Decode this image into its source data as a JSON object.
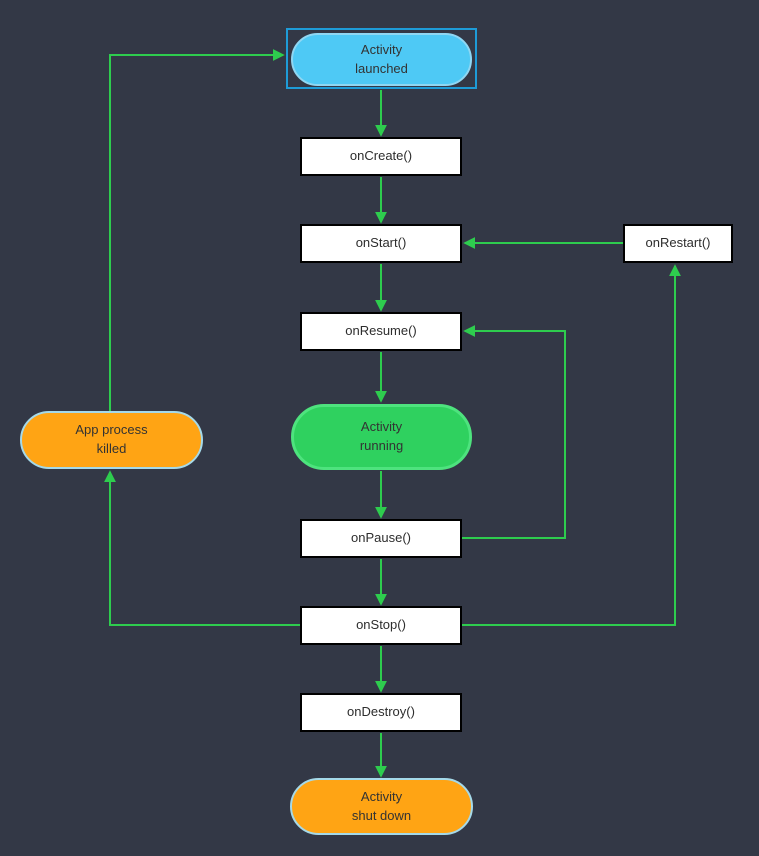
{
  "nodes": {
    "activity_launched": {
      "label": "Activity\nlaunched",
      "shape": "pill",
      "fill": "#4ec9f5",
      "selected": true
    },
    "on_create": {
      "label": "onCreate()",
      "shape": "box",
      "fill": "#ffffff"
    },
    "on_start": {
      "label": "onStart()",
      "shape": "box",
      "fill": "#ffffff"
    },
    "on_restart": {
      "label": "onRestart()",
      "shape": "box",
      "fill": "#ffffff"
    },
    "on_resume": {
      "label": "onResume()",
      "shape": "box",
      "fill": "#ffffff"
    },
    "activity_running": {
      "label": "Activity\nrunning",
      "shape": "pill",
      "fill": "#2fd15f"
    },
    "app_process_killed": {
      "label": "App process\nkilled",
      "shape": "pill",
      "fill": "#ffa414"
    },
    "on_pause": {
      "label": "onPause()",
      "shape": "box",
      "fill": "#ffffff"
    },
    "on_stop": {
      "label": "onStop()",
      "shape": "box",
      "fill": "#ffffff"
    },
    "on_destroy": {
      "label": "onDestroy()",
      "shape": "box",
      "fill": "#ffffff"
    },
    "activity_shut_down": {
      "label": "Activity\nshut down",
      "shape": "pill",
      "fill": "#ffa414"
    }
  },
  "edges": [
    {
      "from": "activity_launched",
      "to": "on_create"
    },
    {
      "from": "on_create",
      "to": "on_start"
    },
    {
      "from": "on_start",
      "to": "on_resume"
    },
    {
      "from": "on_resume",
      "to": "activity_running"
    },
    {
      "from": "activity_running",
      "to": "on_pause"
    },
    {
      "from": "on_pause",
      "to": "on_stop"
    },
    {
      "from": "on_stop",
      "to": "on_destroy"
    },
    {
      "from": "on_destroy",
      "to": "activity_shut_down"
    },
    {
      "from": "on_pause",
      "to": "on_resume"
    },
    {
      "from": "on_stop",
      "to": "on_restart"
    },
    {
      "from": "on_restart",
      "to": "on_start"
    },
    {
      "from": "on_stop",
      "to": "app_process_killed"
    },
    {
      "from": "app_process_killed",
      "to": "activity_launched"
    }
  ],
  "colors": {
    "bg": "#333846",
    "arrow": "#2ecc4e",
    "box_fill": "#ffffff",
    "box_stroke": "#000000",
    "box_text": "#2d2d2d",
    "pill_text": "#333333",
    "blue_fill": "#4ec9f5",
    "blue_stroke": "#8fd7f3",
    "green_fill": "#2fd15f",
    "green_stroke": "#4ee37e",
    "orange_fill": "#ffa414",
    "orange_stroke": "#a5d9e9",
    "selection": "#1e9bd7"
  }
}
